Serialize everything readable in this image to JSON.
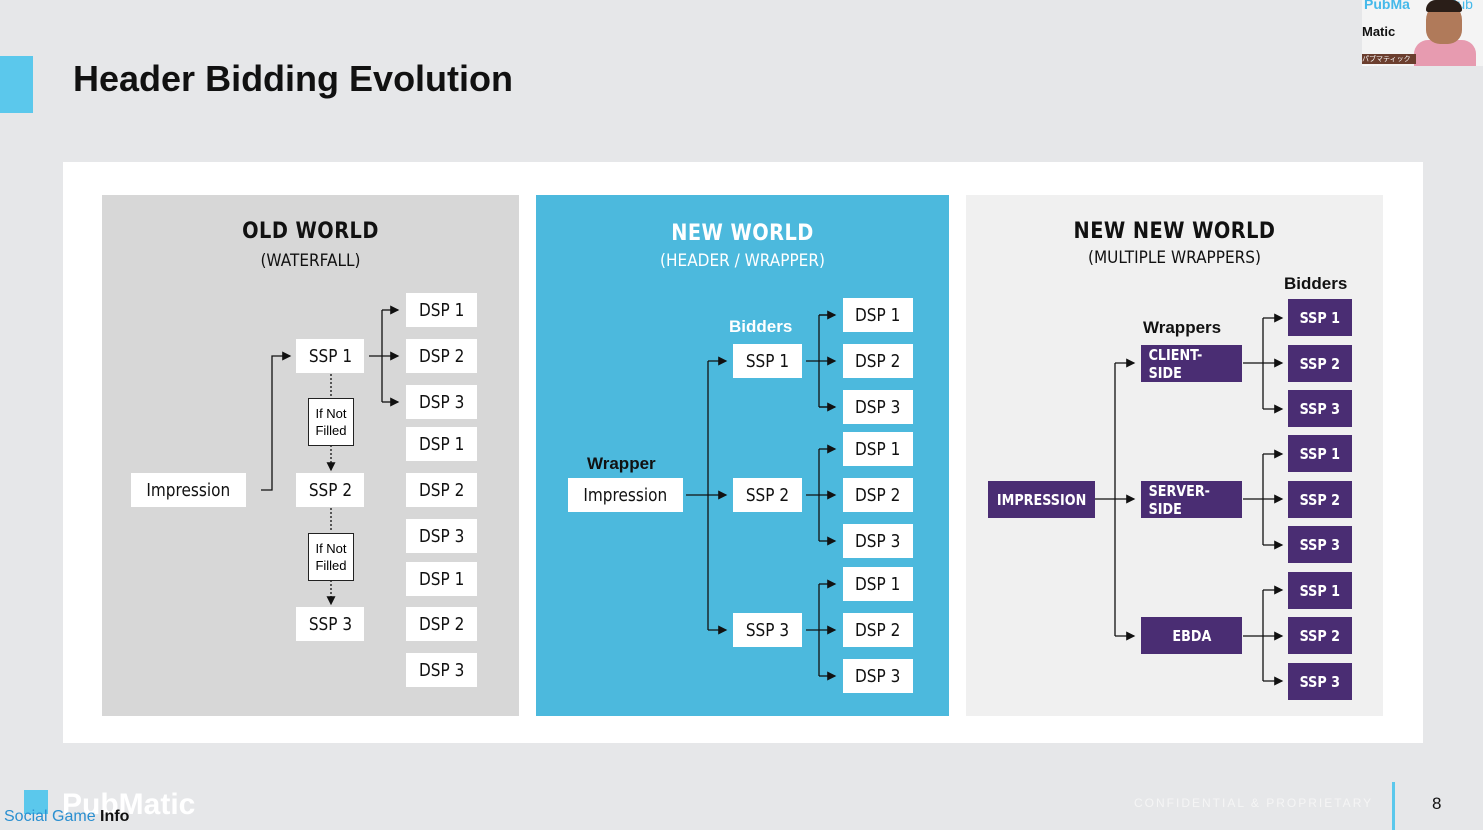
{
  "slide": {
    "title": "Header Bidding Evolution",
    "page_number": "8",
    "confidential": "CONFIDENTIAL & PROPRIETARY"
  },
  "footer": {
    "logo": "PubMatic",
    "watermark_a": "Social Game ",
    "watermark_b": "Info"
  },
  "video": {
    "line1": "PubMa",
    "line2": "Matic",
    "line3": "Pub",
    "strip": "パブマティック 高浩輔"
  },
  "old_world": {
    "title": "OLD WORLD",
    "subtitle": "(WATERFALL)",
    "impression": "Impression",
    "ssps": [
      "SSP 1",
      "SSP 2",
      "SSP 3"
    ],
    "dsps": [
      "DSP 1",
      "DSP 2",
      "DSP 3",
      "DSP 1",
      "DSP 2",
      "DSP 3",
      "DSP 1",
      "DSP 2",
      "DSP 3"
    ],
    "not_filled": [
      "If Not",
      "Filled"
    ]
  },
  "new_world": {
    "title": "NEW WORLD",
    "subtitle": "(HEADER / WRAPPER)",
    "wrapper_label": "Wrapper",
    "bidders_label": "Bidders",
    "impression": "Impression",
    "ssps": [
      "SSP 1",
      "SSP 2",
      "SSP 3"
    ],
    "dsps": [
      "DSP 1",
      "DSP 2",
      "DSP 3",
      "DSP 1",
      "DSP 2",
      "DSP 3",
      "DSP 1",
      "DSP 2",
      "DSP 3"
    ]
  },
  "new_new_world": {
    "title": "NEW NEW WORLD",
    "subtitle": "(MULTIPLE WRAPPERS)",
    "bidders_label": "Bidders",
    "wrappers_label": "Wrappers",
    "impression": "IMPRESSION",
    "wrappers": [
      "CLIENT-SIDE",
      "SERVER-SIDE",
      "EBDA"
    ],
    "ssps": [
      "SSP 1",
      "SSP 2",
      "SSP 3",
      "SSP 1",
      "SSP 2",
      "SSP 3",
      "SSP 1",
      "SSP 2",
      "SSP 3"
    ],
    "colors": {
      "box": "#4a2d73"
    }
  },
  "colors": {
    "accent": "#5bc8ec",
    "new_world_panel": "#4cb9dd"
  }
}
